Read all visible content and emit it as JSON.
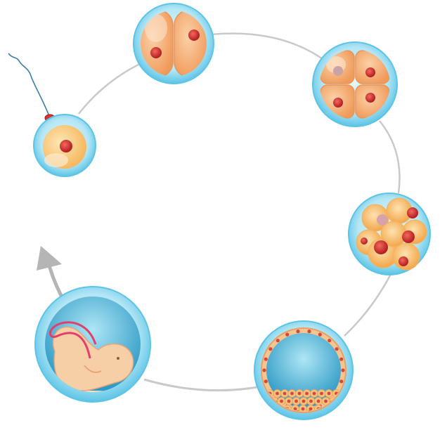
{
  "diagram": {
    "stages": [
      {
        "id": "fertilization",
        "icon": "sperm-and-egg-icon"
      },
      {
        "id": "two-cell",
        "icon": "two-cell-embryo-icon"
      },
      {
        "id": "four-cell",
        "icon": "four-cell-embryo-icon"
      },
      {
        "id": "morula",
        "icon": "morula-icon"
      },
      {
        "id": "blastocyst",
        "icon": "blastocyst-icon"
      },
      {
        "id": "fetus",
        "icon": "fetus-in-sac-icon"
      }
    ],
    "colors": {
      "membrane": "#7fd3ec",
      "membrane_edge": "#3fb2d6",
      "cell": "#f4b27a",
      "cell_light": "#fad7b2",
      "nucleus": "#c9262a",
      "nucleus_light": "#ef5a4c",
      "yolk": "#fbd58a",
      "cavity": "#3aa8cf",
      "fetus_skin": "#f7cfa6",
      "cord": "#e2406c",
      "cycle_line": "#c9c9c9",
      "arrow": "#b5b5b5"
    }
  }
}
